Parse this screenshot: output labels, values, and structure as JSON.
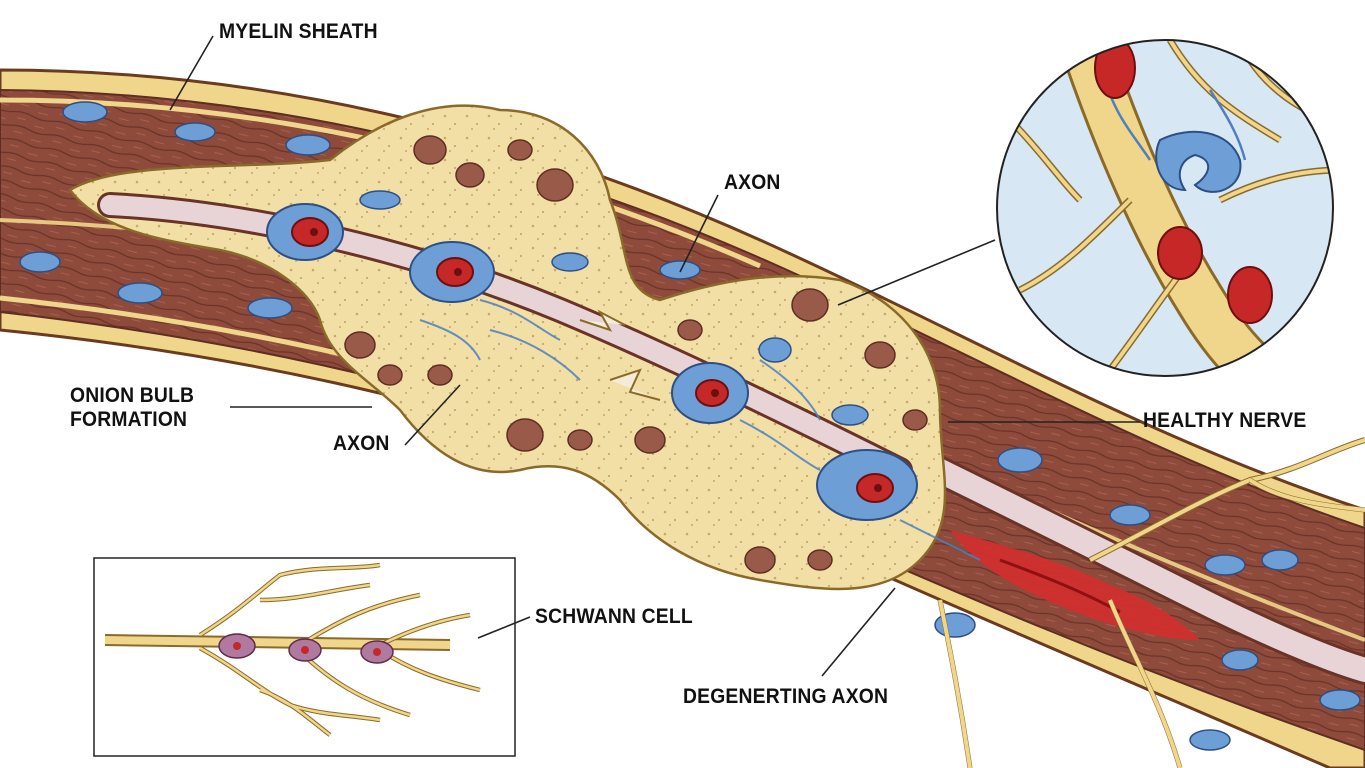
{
  "labels": {
    "myelin_sheath": "MYELIN SHEATH",
    "axon_top": "AXON",
    "onion_bulb_line1": "ONION BULB",
    "onion_bulb_line2": "FORMATION",
    "axon_mid": "AXON",
    "healthy_nerve": "HEALTHY NERVE",
    "schwann_cell": "SCHWANN CELL",
    "degenerating_axon": "DEGENERTING AXON"
  },
  "colors": {
    "nerve_fiber": "#8e4b3c",
    "nerve_dark": "#5e2d24",
    "myelin_yellow": "#f0d68a",
    "onion_bulb": "#f2dfa6",
    "axon_core": "#e8d4d6",
    "schwann_blue": "#6d9fd6",
    "nucleus_red": "#c62828",
    "degeneration_red": "#d32f2f",
    "inset_bg": "#d7e7f3"
  }
}
